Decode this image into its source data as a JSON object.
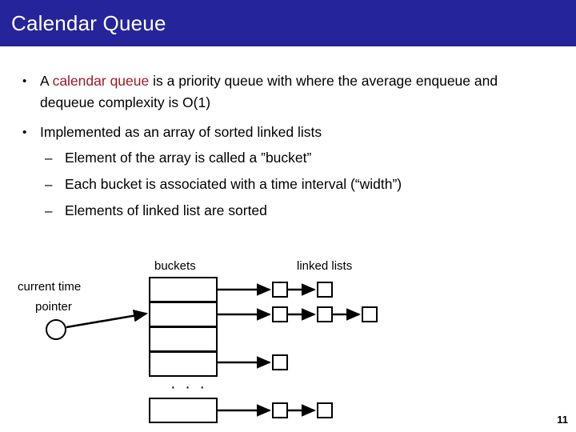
{
  "slide": {
    "title": "Calendar Queue",
    "title_bar_color": "#26249B",
    "title_text_color": "#FFFFFF",
    "page_number": "11",
    "accent_color": "#9E1A24"
  },
  "bullets": [
    {
      "level": 1,
      "marker": "•",
      "text_before": "A ",
      "highlight": "calendar queue",
      "text_after": " is a priority queue with where the average enqueue and dequeue complexity is O(1)"
    },
    {
      "level": 1,
      "marker": "•",
      "text": "Implemented as an array of sorted linked lists"
    },
    {
      "level": 2,
      "marker": "–",
      "text": "Element of the array is called a ”bucket”"
    },
    {
      "level": 2,
      "marker": "–",
      "text": "Each bucket is associated with a time interval (“width”)"
    },
    {
      "level": 2,
      "marker": "–",
      "text": "Elements of linked list are sorted"
    }
  ],
  "diagram": {
    "labels": {
      "buckets": "buckets",
      "linked_lists": "linked lists",
      "current_time_line1": "current time",
      "current_time_line2": "pointer",
      "ellipsis": "· · ·"
    },
    "buckets": [
      {
        "index": 0,
        "node_count": 2
      },
      {
        "index": 1,
        "node_count": 3,
        "pointed_by_current_time": true
      },
      {
        "index": 2,
        "node_count": 0
      },
      {
        "index": 3,
        "node_count": 1
      },
      {
        "index": 4,
        "node_count": 2,
        "after_ellipsis": true
      }
    ]
  }
}
